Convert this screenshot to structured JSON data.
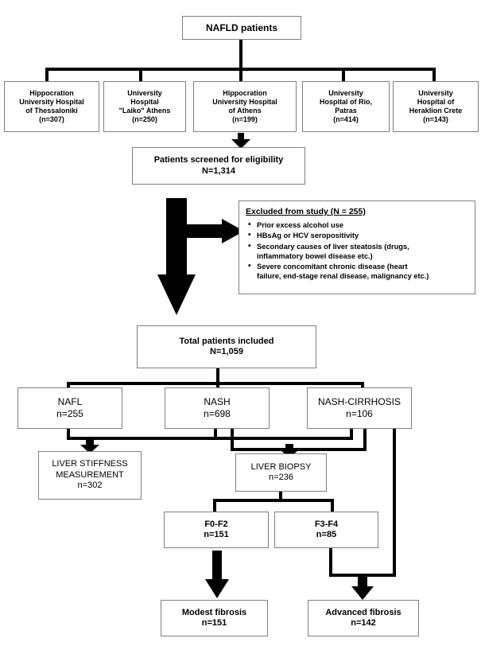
{
  "diagram": {
    "title": "NAFLD patient study flow diagram",
    "root": {
      "label": "NAFLD patients"
    },
    "centers": [
      {
        "name": "hippocration-thessaloniki",
        "line1": "Hippocration",
        "line2": "University Hospital",
        "line3": "of Thessaloniki",
        "line4": "(n=307)"
      },
      {
        "name": "laiko-athens",
        "line1": "University",
        "line2": "Hospital",
        "line3": "\"Laiko\" Athens",
        "line4": "(n=250)"
      },
      {
        "name": "hippocration-athens",
        "line1": "Hippocration",
        "line2": "University Hospital",
        "line3": "of Athens",
        "line4": "(n=199)"
      },
      {
        "name": "rio-patras",
        "line1": "University",
        "line2": "Hospital of Rio,",
        "line3": "Patras",
        "line4": "(n=414)"
      },
      {
        "name": "heraklion-crete",
        "line1": "University",
        "line2": "Hospital of",
        "line3": "Heraklion Crete",
        "line4": "(n=143)"
      }
    ],
    "screened": {
      "line1": "Patients screened for eligibility",
      "line2": "N=1,314"
    },
    "excluded": {
      "title": "Excluded from study (N = 255)",
      "items": [
        "Prior excess alcohol use",
        "HBsAg or HCV seropositivity",
        "Secondary causes of liver steatosis (drugs,",
        "inflammatory bowel disease etc.)",
        "Severe concomitant chronic disease (heart",
        "failure, end-stage renal disease, malignancy etc.)"
      ],
      "bullets": [
        {
          "l1": "Prior excess alcohol use",
          "l2": ""
        },
        {
          "l1": "HBsAg or HCV seropositivity",
          "l2": ""
        },
        {
          "l1": "Secondary causes of liver steatosis (drugs,",
          "l2": "inflammatory bowel disease etc.)"
        },
        {
          "l1": "Severe concomitant chronic disease (heart",
          "l2": "failure, end-stage renal disease, malignancy etc.)"
        }
      ]
    },
    "included": {
      "line1": "Total patients included",
      "line2": "N=1,059"
    },
    "groups": [
      {
        "name": "nafl",
        "line1": "NAFL",
        "line2": "n=255"
      },
      {
        "name": "nash",
        "line1": "NASH",
        "line2": "n=698"
      },
      {
        "name": "nash-cirrhosis",
        "line1": "NASH-CIRRHOSIS",
        "line2": "n=106"
      }
    ],
    "lsm": {
      "line1": "LIVER STIFFNESS",
      "line2": "MEASUREMENT",
      "line3": "n=302"
    },
    "biopsy": {
      "line1": "LIVER BIOPSY",
      "line2": "n=236"
    },
    "stages": [
      {
        "name": "f0-f2",
        "line1": "F0-F2",
        "line2": "n=151"
      },
      {
        "name": "f3-f4",
        "line1": "F3-F4",
        "line2": "n=85"
      }
    ],
    "outcomes": [
      {
        "name": "modest-fibrosis",
        "line1": "Modest fibrosis",
        "line2": "n=151"
      },
      {
        "name": "advanced-fibrosis",
        "line1": "Advanced fibrosis",
        "line2": "n=142"
      }
    ],
    "colors": {
      "line": "#000000",
      "border": "#808080",
      "text": "#000000",
      "background": "#ffffff"
    }
  }
}
